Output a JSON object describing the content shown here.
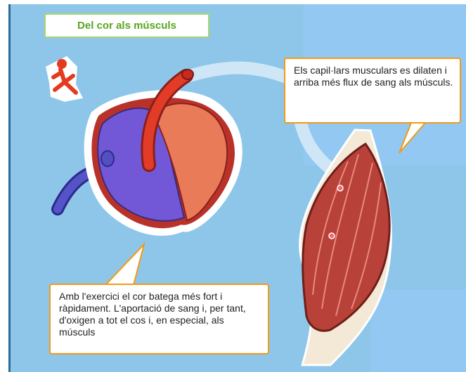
{
  "title": "Del cor als músculs",
  "callout_muscle": "Els capil·lars musculars es dilaten i arriba més flux de sang als músculs.",
  "callout_heart": "Amb l'exercici el cor batega més fort i ràpidament. L'aportació de sang i, per tant, d'oxigen a tot el cos i, en especial, als músculs",
  "colors": {
    "background": "#8ec6ea",
    "title_green": "#5aa51f",
    "callout_border": "#f29a14",
    "heart_red": "#c8332a",
    "heart_blue": "#6a5acd",
    "muscle_red": "#b8413a"
  },
  "icons": [
    "running-figure-icon"
  ]
}
